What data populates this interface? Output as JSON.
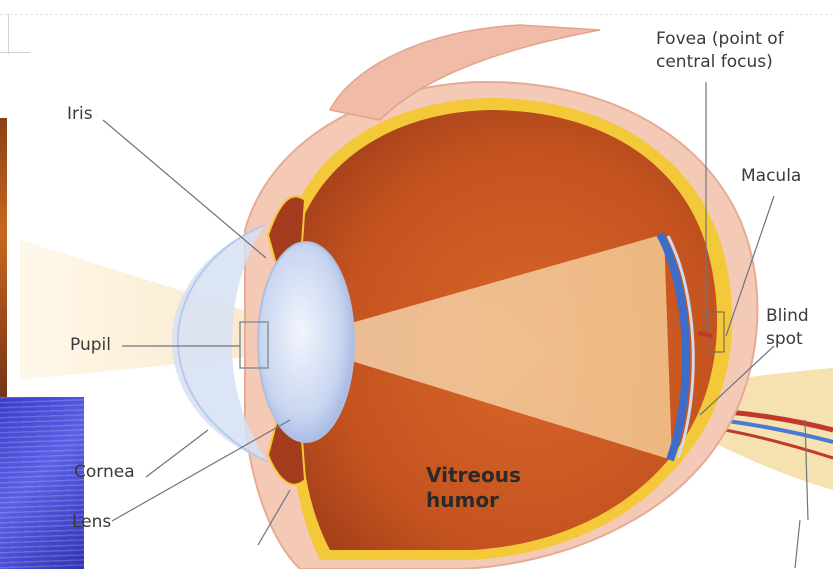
{
  "labels": {
    "iris": "Iris",
    "pupil": "Pupil",
    "cornea": "Cornea",
    "lens": "Lens",
    "vitreous_line1": "Vitreous",
    "vitreous_line2": "humor",
    "fovea_line1": "Fovea (point of",
    "fovea_line2": "central focus)",
    "macula": "Macula",
    "blind_line1": "Blind",
    "blind_line2": "spot"
  },
  "colors": {
    "eye_interior": "#c4531f",
    "sclera": "#f4c9b6",
    "retina_yellow": "#f3c93a",
    "lens": "#c9d6f1",
    "cornea": "#d6e1f5",
    "light_beam": "#f7d7a6",
    "optic_nerve_yellow": "#f4dc7a",
    "artery": "#c0392b",
    "vein": "#4a7bd3"
  }
}
